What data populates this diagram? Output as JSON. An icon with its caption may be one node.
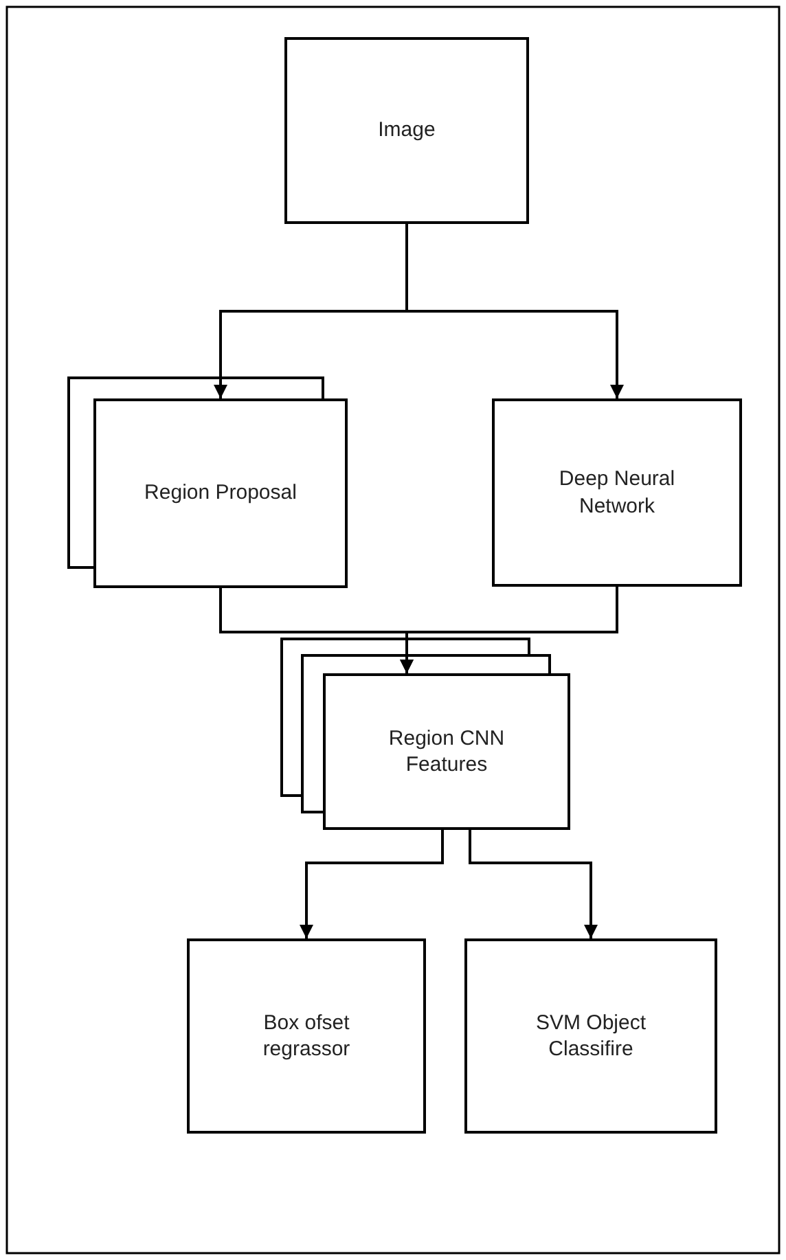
{
  "diagram": {
    "nodes": [
      {
        "text": [
          "Image"
        ]
      },
      {
        "text": [
          "Region Proposal"
        ]
      },
      {
        "text": [
          "Deep Neural Network"
        ]
      },
      {
        "text": [
          "Region CNN Features"
        ]
      },
      {
        "text": [
          "Box ofset regrassor"
        ]
      },
      {
        "text": [
          "SVM Object Classifire"
        ]
      }
    ],
    "edges": [
      {
        "from": 0,
        "to": 1,
        "arrow": "to"
      },
      {
        "from": 0,
        "to": 2,
        "arrow": "to"
      },
      {
        "from": 1,
        "to": 3,
        "arrow": "to"
      },
      {
        "from": 2,
        "to": 3,
        "arrow": "to"
      },
      {
        "from": 3,
        "to": 4,
        "arrow": "to"
      },
      {
        "from": 3,
        "to": 5,
        "arrow": "to"
      }
    ]
  }
}
